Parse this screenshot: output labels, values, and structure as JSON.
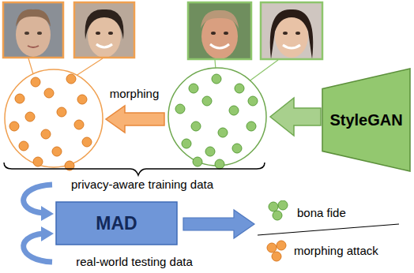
{
  "diagram": {
    "nodes": [
      {
        "text": [
          "StyleGAN"
        ]
      },
      {
        "text": [
          "MAD"
        ]
      }
    ],
    "labels": [
      "morphing",
      "privacy-aware training data",
      "real-world testing data"
    ],
    "legend": [
      {
        "text": "bona fide",
        "color": "#93c86f"
      },
      {
        "text": "morphing attack",
        "color": "#f4a04c"
      }
    ]
  }
}
